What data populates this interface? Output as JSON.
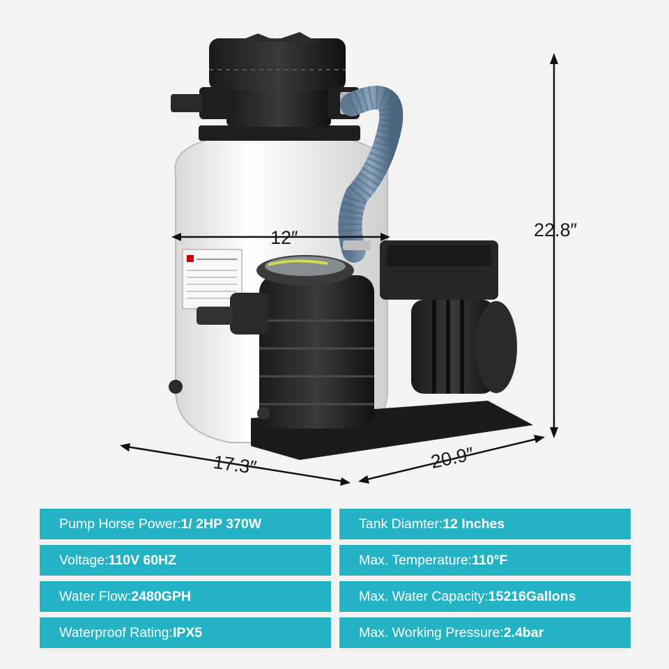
{
  "dimensions": {
    "tank_diameter": "12″",
    "height": "22.8″",
    "depth": "17.3″",
    "width": "20.9″"
  },
  "specs": [
    {
      "label": "Pump Horse Power: ",
      "value": "1/ 2HP 370W"
    },
    {
      "label": "Tank Diamter: ",
      "value": "12 Inches"
    },
    {
      "label": "Voltage: ",
      "value": "110V 60HZ"
    },
    {
      "label": "Max. Temperature: ",
      "value": "110°F"
    },
    {
      "label": "Water Flow: ",
      "value": "2480GPH"
    },
    {
      "label": "Max. Water Capacity: ",
      "value": "15216Gallons"
    },
    {
      "label": "Waterproof Rating: ",
      "value": "IPX5"
    },
    {
      "label": "Max. Working Pressure: ",
      "value": "2.4bar"
    }
  ],
  "colors": {
    "spec_background": "#23b3c4",
    "spec_text": "#ffffff",
    "page_background": "#f3f3f3"
  }
}
